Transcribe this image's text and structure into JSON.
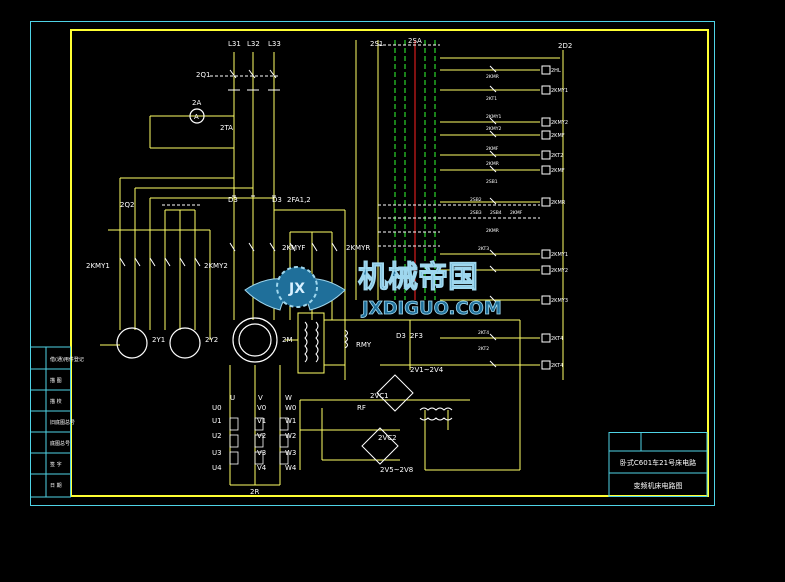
{
  "colors": {
    "background": "#000000",
    "frame": "#4fd3e6",
    "inner_border": "#ffff33",
    "wire": "#ffff66",
    "symbol": "#ffffff",
    "red_line": "#ff2222",
    "green_line": "#33ff33",
    "watermark": "#1f6f9a"
  },
  "watermark": {
    "chinese": "机械帝国",
    "latin": "JXDIGUO.COM",
    "logo": "JX"
  },
  "power": {
    "phases": [
      "L31",
      "L32",
      "L33"
    ],
    "main_switch": "2Q1",
    "ammeter": "2A",
    "ammeter_symbol": "A",
    "current_transformer": "2TA",
    "switch_2": "2Q2",
    "fuse_1": "D3",
    "fuse_2": "D3",
    "fuse_set": "2FA1,2",
    "contactors": {
      "kmy1": "2KMY1",
      "kmy2": "2KMY2",
      "kmyf": "2KMYF",
      "kmyr": "2KMYR"
    },
    "motors": {
      "m1": "2Y1",
      "m2": "2Y2",
      "main": "2M"
    },
    "rmy": "RMY",
    "fuse_3": "D3",
    "fuse_3_label": "2F3"
  },
  "transformer": {
    "rectifier_top": "2V1~2V4",
    "vc1": "2VC1",
    "rf": "RF",
    "vc2": "2VC2",
    "rectifier_bottom": "2V5~2V8",
    "resistor": "2R"
  },
  "terminals": {
    "u": "U",
    "v": "V",
    "w": "W",
    "u_series": [
      "U0",
      "U1",
      "U2",
      "U3",
      "U4"
    ],
    "v_series": [
      "V0",
      "V1",
      "V2",
      "V3",
      "V4"
    ],
    "w_series": [
      "W0",
      "W1",
      "W2",
      "W3",
      "W4"
    ]
  },
  "control": {
    "top_labels": [
      "2S1",
      "2SA",
      "2D2"
    ],
    "rows": [
      {
        "coil": "2HL"
      },
      {
        "coil": "2KMY1"
      },
      {
        "coil": "2KMY2"
      },
      {
        "coil": "2KMF"
      },
      {
        "coil": "2KT2"
      },
      {
        "coil": "2KMF"
      },
      {
        "coil": "2KMR"
      },
      {
        "coil": "2KMY1"
      },
      {
        "coil": "2KMY2"
      },
      {
        "coil": "2KMY3"
      },
      {
        "coil": "2KT4"
      },
      {
        "coil": "2KT4"
      }
    ],
    "inline_labels": [
      "2KMR",
      "2KT1",
      "2KMY1",
      "2KMY2",
      "2KMF",
      "2KMR",
      "2SB1",
      "2SB2",
      "2SB3",
      "2SB4",
      "2KMF",
      "2KMR",
      "2KT3",
      "2KT4",
      "2KT2"
    ]
  },
  "left_table": {
    "rows": [
      "借(通)用件登记",
      "描 图",
      "描 校",
      "旧底图总号",
      "底图总号",
      "签 字",
      "日 期"
    ]
  },
  "title_block": {
    "title": "卧式C601车21号床电路",
    "subtitle": "变频机床电路图"
  }
}
